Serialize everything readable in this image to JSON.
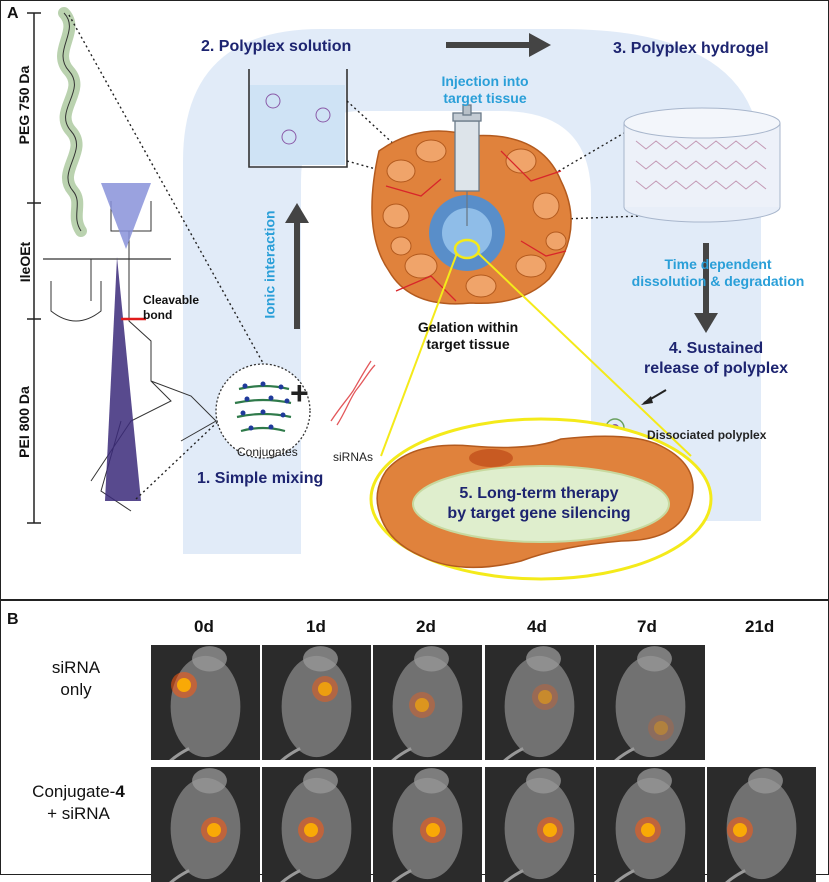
{
  "panelA": {
    "letter": "A",
    "segments": [
      "PEG 750 Da",
      "IleOEt",
      "PEI 800 Da"
    ],
    "cleavable": [
      "Cleavable",
      "bond"
    ],
    "conjugates": "Conjugates",
    "sirnas": "siRNAs",
    "plus": "+",
    "step1": "1. Simple mixing",
    "ionic": "Ionic interaction",
    "step2": "2. Polyplex solution",
    "injection": [
      "Injection into",
      "target tissue"
    ],
    "gelation": [
      "Gelation within",
      "target tissue"
    ],
    "step3": "3. Polyplex hydrogel",
    "time_dep": [
      "Time dependent",
      "dissolution & degradation"
    ],
    "step4": [
      "4. Sustained",
      "release of polyplex"
    ],
    "dissociated": "Dissociated polyplex",
    "step5": [
      "5. Long-term therapy",
      "by target gene silencing"
    ],
    "colors": {
      "navy": "#1d2470",
      "cyan": "#2a9fd8",
      "flow": "#dce8f7",
      "tissue": "#e0823c",
      "yellow": "#f4ea1a"
    }
  },
  "panelB": {
    "letter": "B",
    "days": [
      "0d",
      "1d",
      "2d",
      "4d",
      "7d",
      "21d"
    ],
    "rows": [
      {
        "label_line1": "siRNA",
        "label_line2": "only",
        "present": [
          true,
          true,
          true,
          true,
          true,
          false
        ]
      },
      {
        "label_line1": "Conjugate-",
        "label_bold": "4",
        "label_line2": "+ siRNA",
        "present": [
          true,
          true,
          true,
          true,
          true,
          true
        ]
      }
    ]
  }
}
